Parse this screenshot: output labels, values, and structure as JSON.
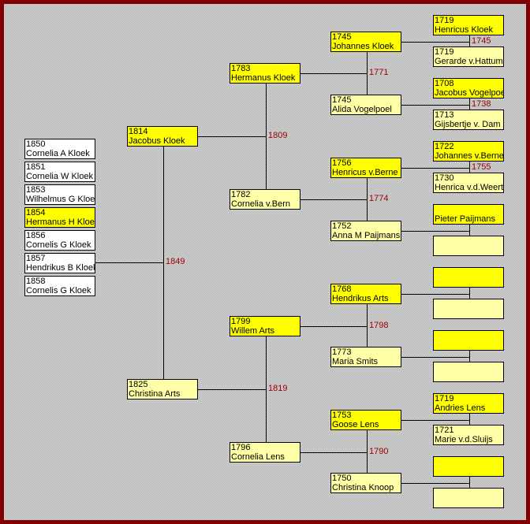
{
  "colors": {
    "frame": "#800000",
    "male": "#ffff00",
    "female": "#ffffa8",
    "child": "#ffffff",
    "marriage_year": "#a00000"
  },
  "children": [
    {
      "year": "1850",
      "name": "Cornelia A Kloek",
      "highlighted": false
    },
    {
      "year": "1851",
      "name": "Cornelia W Kloek",
      "highlighted": false
    },
    {
      "year": "1853",
      "name": "Wilhelmus G Kloek",
      "highlighted": false
    },
    {
      "year": "1854",
      "name": "Hermanus H Kloek",
      "highlighted": true
    },
    {
      "year": "1856",
      "name": "Cornelis G Kloek",
      "highlighted": false
    },
    {
      "year": "1857",
      "name": "Hendrikus B Kloek",
      "highlighted": false
    },
    {
      "year": "1858",
      "name": "Cornelis G Kloek",
      "highlighted": false
    }
  ],
  "ancestors": {
    "2": {
      "year": "1814",
      "name": "Jacobus Kloek"
    },
    "3": {
      "year": "1825",
      "name": "Christina Arts"
    },
    "4": {
      "year": "1783",
      "name": "Hermanus Kloek"
    },
    "5": {
      "year": "1782",
      "name": "Cornelia v.Bern"
    },
    "6": {
      "year": "1799",
      "name": "Willem Arts"
    },
    "7": {
      "year": "1796",
      "name": "Cornelia Lens"
    },
    "8": {
      "year": "1745",
      "name": "Johannes Kloek"
    },
    "9": {
      "year": "1745",
      "name": "Alida Vogelpoel"
    },
    "10": {
      "year": "1756",
      "name": "Henricus v.Berne"
    },
    "11": {
      "year": "1752",
      "name": "Anna M Paijmans"
    },
    "12": {
      "year": "1768",
      "name": "Hendrikus Arts"
    },
    "13": {
      "year": "1773",
      "name": "Maria Smits"
    },
    "14": {
      "year": "1753",
      "name": "Goose Lens"
    },
    "15": {
      "year": "1750",
      "name": "Christina Knoop"
    },
    "16": {
      "year": "1719",
      "name": "Henricus Kloek"
    },
    "17": {
      "year": "1719",
      "name": "Gerarde v.Hattum"
    },
    "18": {
      "year": "1708",
      "name": "Jacobus Vogelpoel"
    },
    "19": {
      "year": "1713",
      "name": "Gijsbertje v. Dam"
    },
    "20": {
      "year": "1722",
      "name": "Johannes v.Berne"
    },
    "21": {
      "year": "1730",
      "name": "Henrica v.d.Weert"
    },
    "22": {
      "year": "",
      "name": "Pieter Paijmans"
    },
    "23": {
      "year": "",
      "name": ""
    },
    "24": {
      "year": "",
      "name": ""
    },
    "25": {
      "year": "",
      "name": ""
    },
    "26": {
      "year": "",
      "name": ""
    },
    "27": {
      "year": "",
      "name": ""
    },
    "28": {
      "year": "1719",
      "name": "Andries Lens"
    },
    "29": {
      "year": "1721",
      "name": "Marie v.d.Sluijs"
    },
    "30": {
      "year": "",
      "name": ""
    },
    "31": {
      "year": "",
      "name": ""
    }
  },
  "marriages": {
    "1": "1849",
    "2": "1809",
    "3": "1819",
    "4": "1771",
    "5": "1774",
    "6": "1798",
    "7": "1790",
    "8": "1745",
    "9": "1738",
    "10": "1755"
  }
}
